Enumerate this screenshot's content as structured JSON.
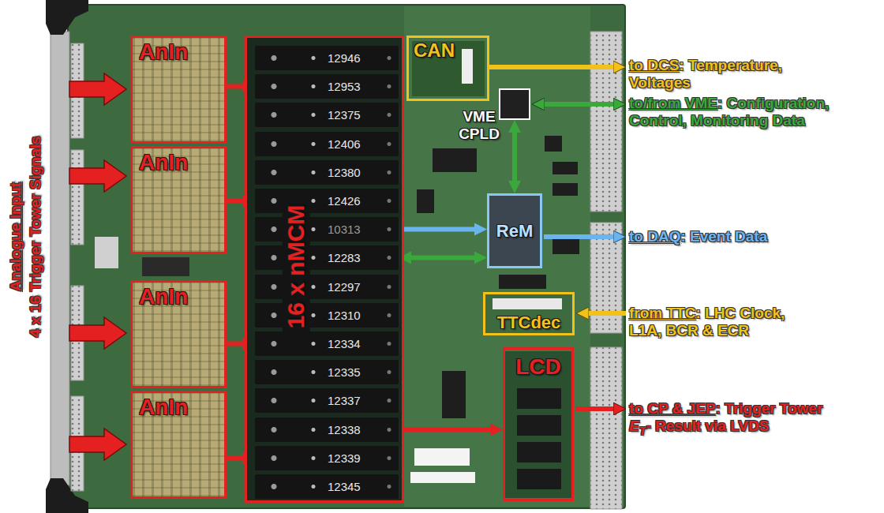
{
  "diagram": {
    "nodes": [
      {
        "text": [
          "AnIn"
        ]
      },
      {
        "text": [
          "AnIn"
        ]
      },
      {
        "text": [
          "AnIn"
        ]
      },
      {
        "text": [
          "AnIn"
        ]
      },
      {
        "text": [
          "16 x nMCM"
        ]
      },
      {
        "text": [
          "12946"
        ],
        "in": 4
      },
      {
        "text": [
          "12953"
        ],
        "in": 4
      },
      {
        "text": [
          "12375"
        ],
        "in": 4
      },
      {
        "text": [
          "12406"
        ],
        "in": 4
      },
      {
        "text": [
          "12380"
        ],
        "in": 4
      },
      {
        "text": [
          "12426"
        ],
        "in": 4
      },
      {
        "text": [
          "10313"
        ],
        "in": 4
      },
      {
        "text": [
          "12283"
        ],
        "in": 4
      },
      {
        "text": [
          "12297"
        ],
        "in": 4
      },
      {
        "text": [
          "12310"
        ],
        "in": 4
      },
      {
        "text": [
          "12334"
        ],
        "in": 4
      },
      {
        "text": [
          "12335"
        ],
        "in": 4
      },
      {
        "text": [
          "12337"
        ],
        "in": 4
      },
      {
        "text": [
          "12338"
        ],
        "in": 4
      },
      {
        "text": [
          "12339"
        ],
        "in": 4
      },
      {
        "text": [
          "12345"
        ],
        "in": 4
      },
      {
        "text": [
          "CAN"
        ]
      },
      {
        "text": [
          "VME CPLD"
        ]
      },
      {
        "text": [
          "ReM"
        ]
      },
      {
        "text": [
          "TTCdec"
        ]
      },
      {
        "text": [
          "LCD"
        ]
      }
    ],
    "edges": [
      {
        "from": 0,
        "to": 6,
        "arrow": "to"
      },
      {
        "from": 1,
        "to": 10,
        "arrow": "to"
      },
      {
        "from": 2,
        "to": 15,
        "arrow": "to"
      },
      {
        "from": 3,
        "to": 19,
        "arrow": "to"
      },
      {
        "from": 11,
        "to": 23,
        "arrow": "to"
      },
      {
        "from": 23,
        "to": 12,
        "arrow": "both"
      },
      {
        "from": 18,
        "to": 25,
        "arrow": "to"
      },
      {
        "from": 22,
        "to": 23,
        "arrow": "both"
      }
    ],
    "labels": [
      "Analogue Input",
      "4 x 16 Trigger Tower Signals",
      "to DCS",
      ": Temperature, Voltages",
      "to/from VME",
      ": Configuration, Control, Monitoring Data",
      "to DAQ",
      ": Event Data",
      "from TTC",
      ": LHC Clock, L1A, BCR & ECR",
      "to CP & JEP",
      ": Trigger Tower",
      "E",
      "T",
      "- Result via LVDS"
    ]
  }
}
